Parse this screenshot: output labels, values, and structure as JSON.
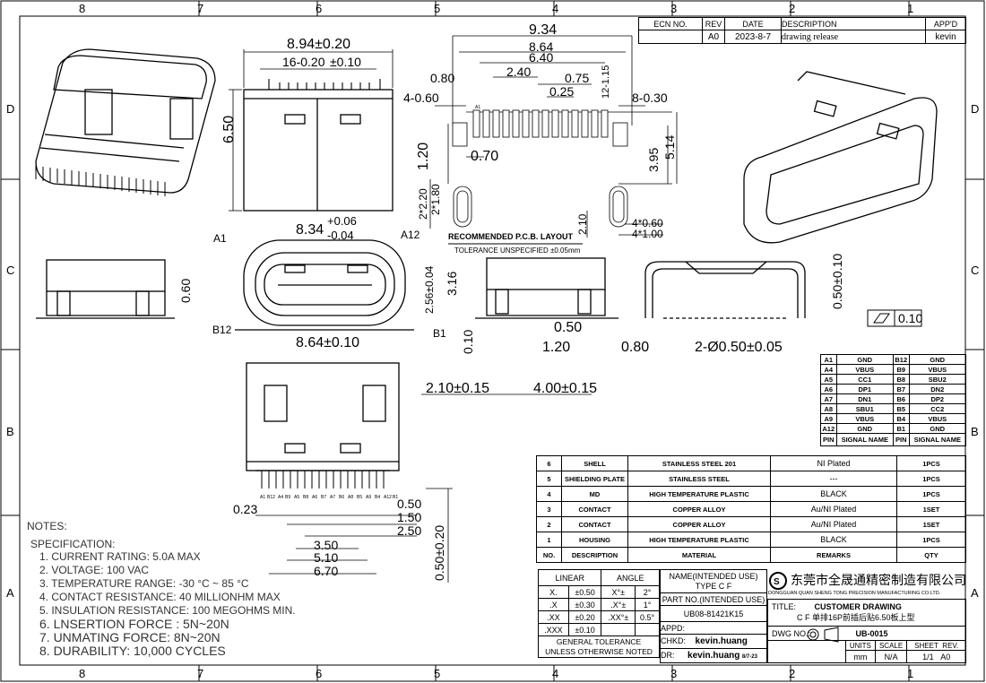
{
  "grid": {
    "cols": [
      "8",
      "7",
      "6",
      "5",
      "4",
      "3",
      "2",
      "1"
    ],
    "rows": [
      "D",
      "C",
      "B",
      "A"
    ]
  },
  "revision": {
    "headers": [
      "ECN NO.",
      "REV",
      "DATE",
      "DESCRIPTION",
      "APP'D"
    ],
    "row": [
      "",
      "A0",
      "2023-8-7",
      "drawing release",
      "kevin"
    ]
  },
  "dims": {
    "top_width": "8.94±0.20",
    "top_inner": "16-0.20",
    "top_inner2": "±0.10",
    "side_height": "6.50",
    "pcb_total": "9.34",
    "pcb_864": "8.64",
    "pcb_640": "6.40",
    "pcb_240": "2.40",
    "pcb_075": "0.75",
    "pcb_080": "0.80",
    "pcb_025": "0.25",
    "pcb_4_060": "4-0.60",
    "pcb_8_030": "8-0.30",
    "pcb_12_115": "12-1.15",
    "pcb_120": "1.20",
    "pcb_070": "0.70",
    "pcb_395": "3.95",
    "pcb_514": "5.14",
    "pcb_2_220": "2*2.20",
    "pcb_2_180": "2*1.80",
    "pcb_210": "2.10",
    "pcb_4_060b": "4*0.60",
    "pcb_4_100": "4*1.00",
    "pcb_title": "RECOMMENDED  P.C.B. LAYOUT",
    "pcb_tol": "TOLERANCE UNSPECIFIED ±0.05mm",
    "front_834": "8.34",
    "front_834_up": "+0.06",
    "front_834_dn": "-0.04",
    "front_a1": "A1",
    "front_a12": "A12",
    "front_b12": "B12",
    "front_b1": "B1",
    "front_864": "8.64±0.10",
    "front_256": "2.56±0.04",
    "front_316": "3.16",
    "left_060": "0.60",
    "mid_050": "0.50",
    "mid_120": "1.20",
    "mid_080": "0.80",
    "mid_010": "0.10",
    "right_050": "0.50±0.10",
    "right_holes": "2-Ø0.50±0.05",
    "flatness": "0.10",
    "bottom_210": "2.10±0.15",
    "bottom_400": "4.00±0.15",
    "bottom_023": "0.23",
    "bottom_050": "0.50",
    "bottom_150": "1.50",
    "bottom_250": "2.50",
    "bottom_350": "3.50",
    "bottom_510": "5.10",
    "bottom_670": "6.70",
    "bottom_050v": "0.50±0.20",
    "pin_labels": [
      "A1",
      "B12",
      "A4",
      "B9",
      "A5",
      "B8",
      "A6",
      "B7",
      "A7",
      "B6",
      "A8",
      "B5",
      "A9",
      "B4",
      "A12",
      "B1"
    ]
  },
  "pins": {
    "headers": [
      "PIN",
      "SIGNAL NAME",
      "PIN",
      "SIGNAL NAME"
    ],
    "rows": [
      [
        "A1",
        "GND",
        "B12",
        "GND"
      ],
      [
        "A4",
        "VBUS",
        "B9",
        "VBUS"
      ],
      [
        "A5",
        "CC1",
        "B8",
        "SBU2"
      ],
      [
        "A6",
        "DP1",
        "B7",
        "DN2"
      ],
      [
        "A7",
        "DN1",
        "B6",
        "DP2"
      ],
      [
        "A8",
        "SBU1",
        "B5",
        "CC2"
      ],
      [
        "A9",
        "VBUS",
        "B4",
        "VBUS"
      ],
      [
        "A12",
        "GND",
        "B1",
        "GND"
      ]
    ]
  },
  "bom": {
    "headers": [
      "NO.",
      "DESCRIPTION",
      "MATERIAL",
      "REMARKS",
      "QTY"
    ],
    "rows": [
      [
        "6",
        "SHELL",
        "STAINLESS STEEL 201",
        "NI Plated",
        "1PCS"
      ],
      [
        "5",
        "SHIELDING PLATE",
        "STAINLESS STEEL",
        "---",
        "1PCS"
      ],
      [
        "4",
        "MD",
        "HIGH TEMPERATURE PLASTIC",
        "BLACK",
        "1PCS"
      ],
      [
        "3",
        "CONTACT",
        "COPPER ALLOY",
        "Au/NI Plated",
        "1SET"
      ],
      [
        "2",
        "CONTACT",
        "COPPER ALLOY",
        "Au/NI Plated",
        "1SET"
      ],
      [
        "1",
        "HOUSING",
        "HIGH TEMPERATURE PLASTIC",
        "BLACK",
        "1PCS"
      ]
    ]
  },
  "tolerance": {
    "linear": "LINEAR",
    "angle": "ANGLE",
    "rows": [
      [
        "X.",
        "±0.50",
        "X°±",
        "2°"
      ],
      [
        ".X",
        "±0.30",
        ".X°±",
        "1°"
      ],
      [
        ".XX",
        "±0.20",
        ".XX°±",
        "0.5°"
      ],
      [
        ".XXX",
        "±0.10",
        "",
        ""
      ]
    ],
    "footer1": "GENERAL TOLERANCE",
    "footer2": "UNLESS OTHERWISE NOTED"
  },
  "titleblock": {
    "name_label": "NAME(INTENDED USE)",
    "name_value": "TYPE C F",
    "part_label": "PART NO.(INTENDED USE)",
    "part_value": "UB08-81421K15",
    "appd_label": "APPD:",
    "chkd_label": "CHKD:",
    "chkd_value": "kevin.huang",
    "dr_label": "DR:",
    "dr_value": "kevin.huang",
    "dr_date": "8/7-23",
    "company_cn": "东莞市全晟通精密制造有限公司",
    "company_en": "DONGGUAN QUAN SHENG TONG PRECISION MANUFACTURING CO.LTD.",
    "title_label": "TITLE:",
    "title_value": "CUSTOMER DRAWING",
    "title_cn": "C F 单排16P前插后贴6.50板上型",
    "dwg_label": "DWG NO.:",
    "dwg_value": "UB-0015",
    "units_label": "UNITS",
    "units_value": "mm",
    "scale_label": "SCALE",
    "scale_value": "N/A",
    "sheet_label": "SHEET",
    "sheet_value": "1/1",
    "rev_label": "REV.",
    "rev_value": "A0"
  },
  "notes": {
    "heading": "NOTES:",
    "spec": "SPECIFICATION:",
    "items": [
      "1. CURRENT RATING: 5.0A MAX",
      "2. VOLTAGE: 100 VAC",
      "3. TEMPERATURE RANGE: -30 °C ~ 85 °C",
      "4. CONTACT RESISTANCE: 40 MILLIONHM MAX",
      "5. INSULATION RESISTANCE: 100 MEGOHMS MIN.",
      "6. LNSERTION FORCE : 5N~20N",
      "7. UNMATING FORCE: 8N~20N",
      "8. DURABILITY:   10,000 CYCLES"
    ]
  }
}
